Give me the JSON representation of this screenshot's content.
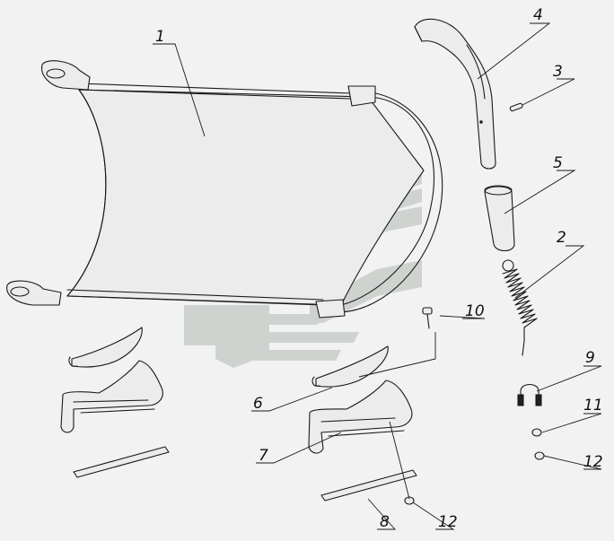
{
  "diagram": {
    "callouts": [
      {
        "id": "callout-1",
        "label": "1"
      },
      {
        "id": "callout-2",
        "label": "2"
      },
      {
        "id": "callout-3",
        "label": "3"
      },
      {
        "id": "callout-4",
        "label": "4"
      },
      {
        "id": "callout-5",
        "label": "5"
      },
      {
        "id": "callout-6",
        "label": "6"
      },
      {
        "id": "callout-7",
        "label": "7"
      },
      {
        "id": "callout-8",
        "label": "8"
      },
      {
        "id": "callout-9",
        "label": "9"
      },
      {
        "id": "callout-10",
        "label": "10"
      },
      {
        "id": "callout-11",
        "label": "11"
      },
      {
        "id": "callout-12a",
        "label": "12"
      },
      {
        "id": "callout-12b",
        "label": "12"
      }
    ],
    "colors": {
      "background": "#f2f2f2",
      "line": "#1a1a1a",
      "watermark": "#cfd3cf"
    }
  }
}
